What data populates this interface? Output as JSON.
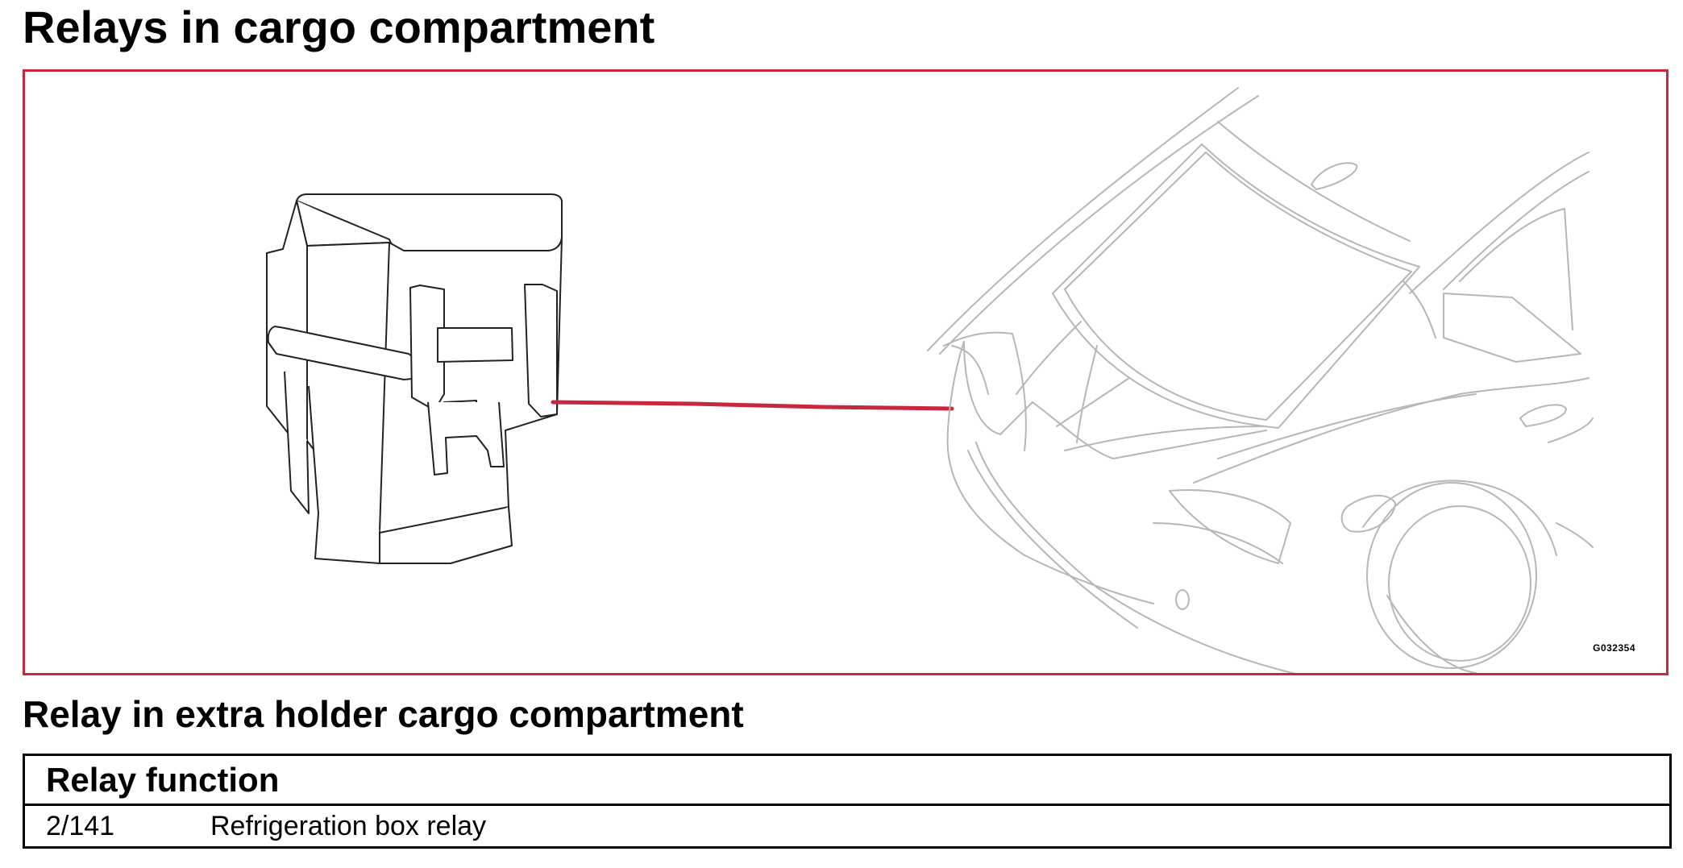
{
  "page": {
    "title": "Relays in cargo compartment",
    "figure_code": "G032354",
    "section_title": "Relay in extra holder cargo compartment"
  },
  "figure": {
    "frame_color": "#c8283f",
    "leader_color": "#c8283f",
    "items": [
      "relay",
      "car-rear-view",
      "leader-line"
    ]
  },
  "table": {
    "header": "Relay function",
    "rows": [
      {
        "number": "2/141",
        "function": "Refrigeration box relay"
      }
    ]
  }
}
